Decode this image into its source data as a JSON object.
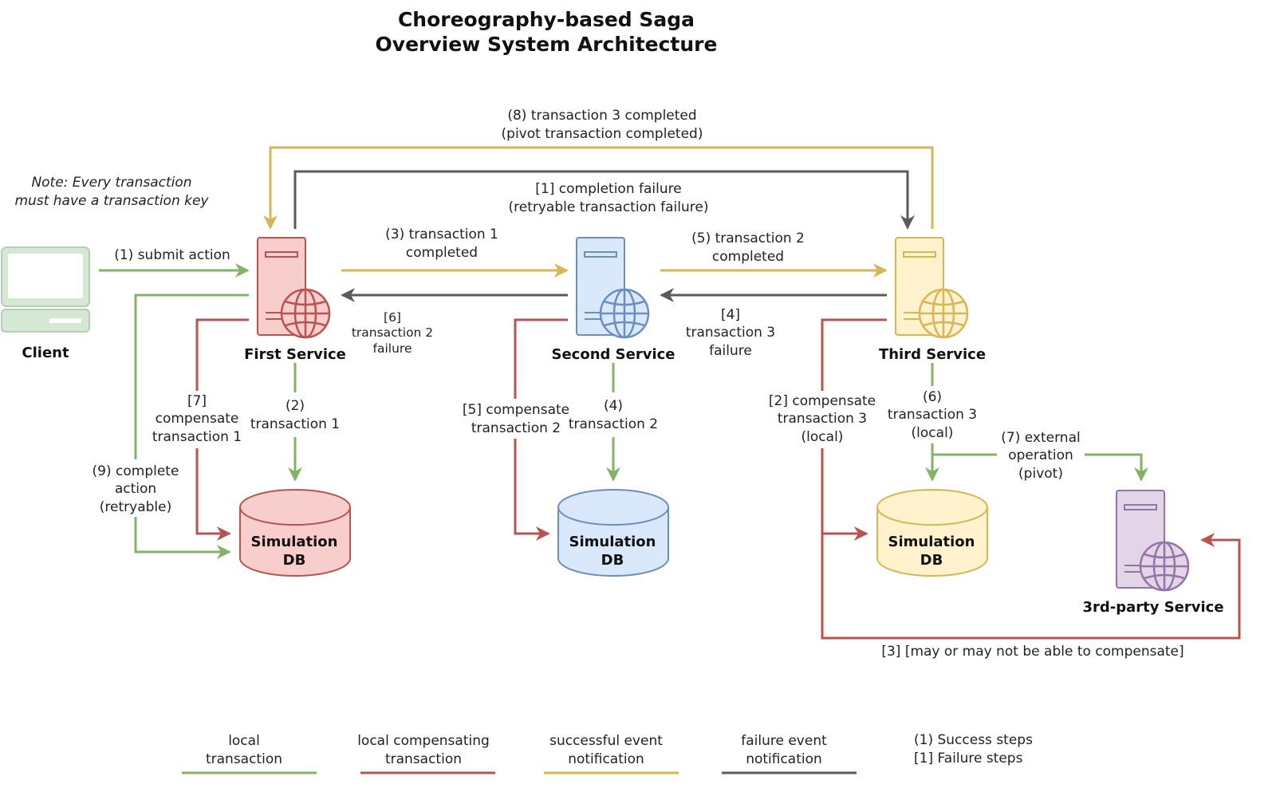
{
  "title": {
    "line1": "Choreography-based Saga",
    "line2": "Overview System Architecture"
  },
  "note": {
    "line1": "Note: Every transaction",
    "line2": "must have a transaction key"
  },
  "nodes": {
    "client": "Client",
    "first_service": "First Service",
    "second_service": "Second Service",
    "third_service": "Third Service",
    "third_party_service": "3rd-party Service",
    "db1": {
      "line1": "Simulation",
      "line2": "DB"
    },
    "db2": {
      "line1": "Simulation",
      "line2": "DB"
    },
    "db3": {
      "line1": "Simulation",
      "line2": "DB"
    }
  },
  "edge_labels": {
    "e8": [
      "(8) transaction 3 completed",
      "(pivot transaction completed)"
    ],
    "f1": [
      "[1] completion failure",
      "(retryable transaction failure)"
    ],
    "e1": [
      "(1) submit action"
    ],
    "e3": [
      "(3) transaction 1",
      "completed"
    ],
    "e5": [
      "(5) transaction 2",
      "completed"
    ],
    "f6": [
      "[6]",
      "transaction 2",
      "failure"
    ],
    "f4": [
      "[4]",
      "transaction 3",
      "failure"
    ],
    "f7": [
      "[7]",
      "compensate",
      "transaction 1"
    ],
    "e2": [
      "(2)",
      "transaction 1"
    ],
    "f5": [
      "[5] compensate",
      "transaction 2"
    ],
    "e4": [
      "(4)",
      "transaction 2"
    ],
    "f2": [
      "[2] compensate",
      "transaction 3",
      "(local)"
    ],
    "e6": [
      "(6)",
      "transaction 3",
      "(local)"
    ],
    "e7": [
      "(7) external",
      "operation",
      "(pivot)"
    ],
    "e9": [
      "(9) complete",
      "action",
      "(retryable)"
    ],
    "f3": [
      "[3] [may or may not be able to compensate]"
    ]
  },
  "legend": {
    "items": [
      {
        "lines": [
          "local",
          "transaction"
        ],
        "color": "#82b366"
      },
      {
        "lines": [
          "local compensating",
          "transaction"
        ],
        "color": "#b85450"
      },
      {
        "lines": [
          "successful event",
          "notification"
        ],
        "color": "#d6b656"
      },
      {
        "lines": [
          "failure event",
          "notification"
        ],
        "color": "#5a5a5a"
      }
    ],
    "steps": [
      "(1) Success steps",
      "[1] Failure steps"
    ]
  },
  "colors": {
    "local_transaction": "#82b366",
    "compensating": "#b85450",
    "success_event": "#d6b656",
    "failure_event": "#5a5a5a",
    "red_fill": "#f8cecc",
    "blue_fill": "#dae8fc",
    "yellow_fill": "#fff2cc",
    "purple_fill": "#e1d5e7",
    "client_fill": "#d5e8d4"
  }
}
